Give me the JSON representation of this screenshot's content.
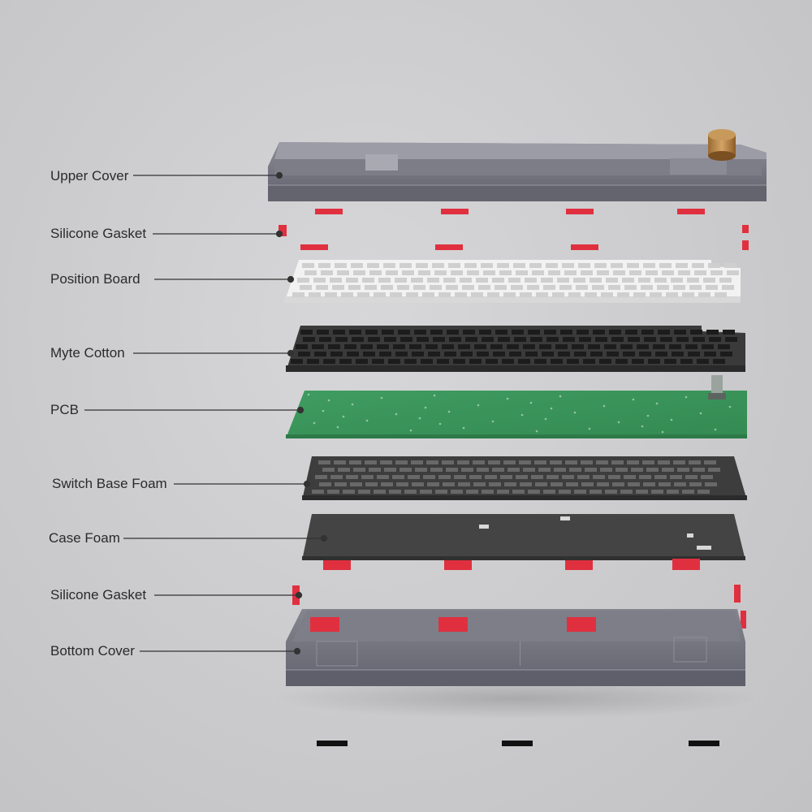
{
  "labels": {
    "upper_cover": "Upper Cover",
    "silicone_gasket_top": "Silicone Gasket",
    "position_board": "Position Board",
    "myte_cotton": "Myte Cotton",
    "pcb": "PCB",
    "switch_base_foam": "Switch Base Foam",
    "case_foam": "Case Foam",
    "silicone_gasket_bottom": "Silicone Gasket",
    "bottom_cover": "Bottom Cover"
  },
  "colors": {
    "upper_cover": "#6f6f7a",
    "gasket": "#e0303f",
    "position_board": "#f2f2f2",
    "myte_cotton": "#3a3a3a",
    "pcb": "#3e9a5e",
    "switch_base_foam": "#3d3d3d",
    "case_foam": "#444444",
    "bottom_cover": "#6c6c78",
    "knob": "#b8894a",
    "leader_line": "#333333"
  }
}
